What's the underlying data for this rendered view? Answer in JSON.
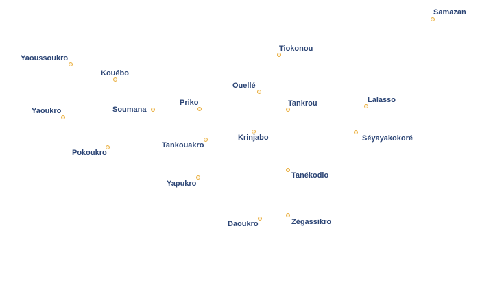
{
  "map": {
    "places": [
      {
        "id": "samazan",
        "label": "Samazan"
      },
      {
        "id": "tiokonou",
        "label": "Tiokonou"
      },
      {
        "id": "yaoussoukro",
        "label": "Yaoussoukro"
      },
      {
        "id": "kouebo",
        "label": "Kouébo"
      },
      {
        "id": "ouelle",
        "label": "Ouellé"
      },
      {
        "id": "lalasso",
        "label": "Lalasso"
      },
      {
        "id": "tankrou",
        "label": "Tankrou"
      },
      {
        "id": "priko",
        "label": "Priko"
      },
      {
        "id": "soumana",
        "label": "Soumana"
      },
      {
        "id": "yaoukro",
        "label": "Yaoukro"
      },
      {
        "id": "krinjabo",
        "label": "Krinjabo"
      },
      {
        "id": "seyayakokore",
        "label": "Séyayakokoré"
      },
      {
        "id": "tankouakro",
        "label": "Tankouakro"
      },
      {
        "id": "pokoukro",
        "label": "Pokoukro"
      },
      {
        "id": "tanekodio",
        "label": "Tanékodio"
      },
      {
        "id": "yapukro",
        "label": "Yapukro"
      },
      {
        "id": "zegassikro",
        "label": "Zégassikro"
      },
      {
        "id": "daoukro",
        "label": "Daoukro"
      }
    ]
  }
}
